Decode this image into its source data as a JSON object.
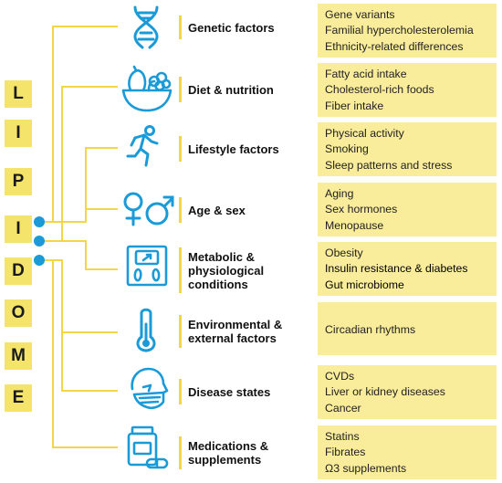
{
  "acronym": [
    "L",
    "I",
    "P",
    "I",
    "D",
    "O",
    "M",
    "E"
  ],
  "colors": {
    "accent_blue": "#1a9bd7",
    "connector_yellow": "#f2d648",
    "letter_yellow": "#f5e46b",
    "detail_yellow": "#f9ec9a",
    "icon_blue": "#1a9bd7"
  },
  "categories": [
    {
      "label": "Genetic factors",
      "icon": "dna-icon",
      "items": [
        "Gene variants",
        "Familial hypercholesterolemia",
        "Ethnicity-related differences"
      ]
    },
    {
      "label": "Diet & nutrition",
      "icon": "fruit-bowl-icon",
      "items": [
        "Fatty acid intake",
        "Cholesterol-rich foods",
        "Fiber intake"
      ]
    },
    {
      "label": "Lifestyle factors",
      "icon": "running-person-icon",
      "items": [
        "Physical activity",
        "Smoking",
        "Sleep patterns and stress"
      ]
    },
    {
      "label": "Age & sex",
      "icon": "gender-symbols-icon",
      "items": [
        "Aging",
        "Sex hormones",
        "Menopause"
      ]
    },
    {
      "label": "Metabolic & physiological conditions",
      "icon": "weighing-scale-icon",
      "items": [
        "Obesity",
        "Insulin resistance & diabetes",
        "Gut microbiome"
      ]
    },
    {
      "label": "Environmental & external factors",
      "icon": "thermometer-icon",
      "items": [
        "Circadian rhythms"
      ]
    },
    {
      "label": "Disease states",
      "icon": "masked-head-icon",
      "items": [
        "CVDs",
        "Liver or kidney diseases",
        "Cancer"
      ]
    },
    {
      "label": "Medications & supplements",
      "icon": "pill-bottle-icon",
      "items": [
        "Statins",
        "Fibrates",
        "Ω3 supplements"
      ]
    }
  ]
}
